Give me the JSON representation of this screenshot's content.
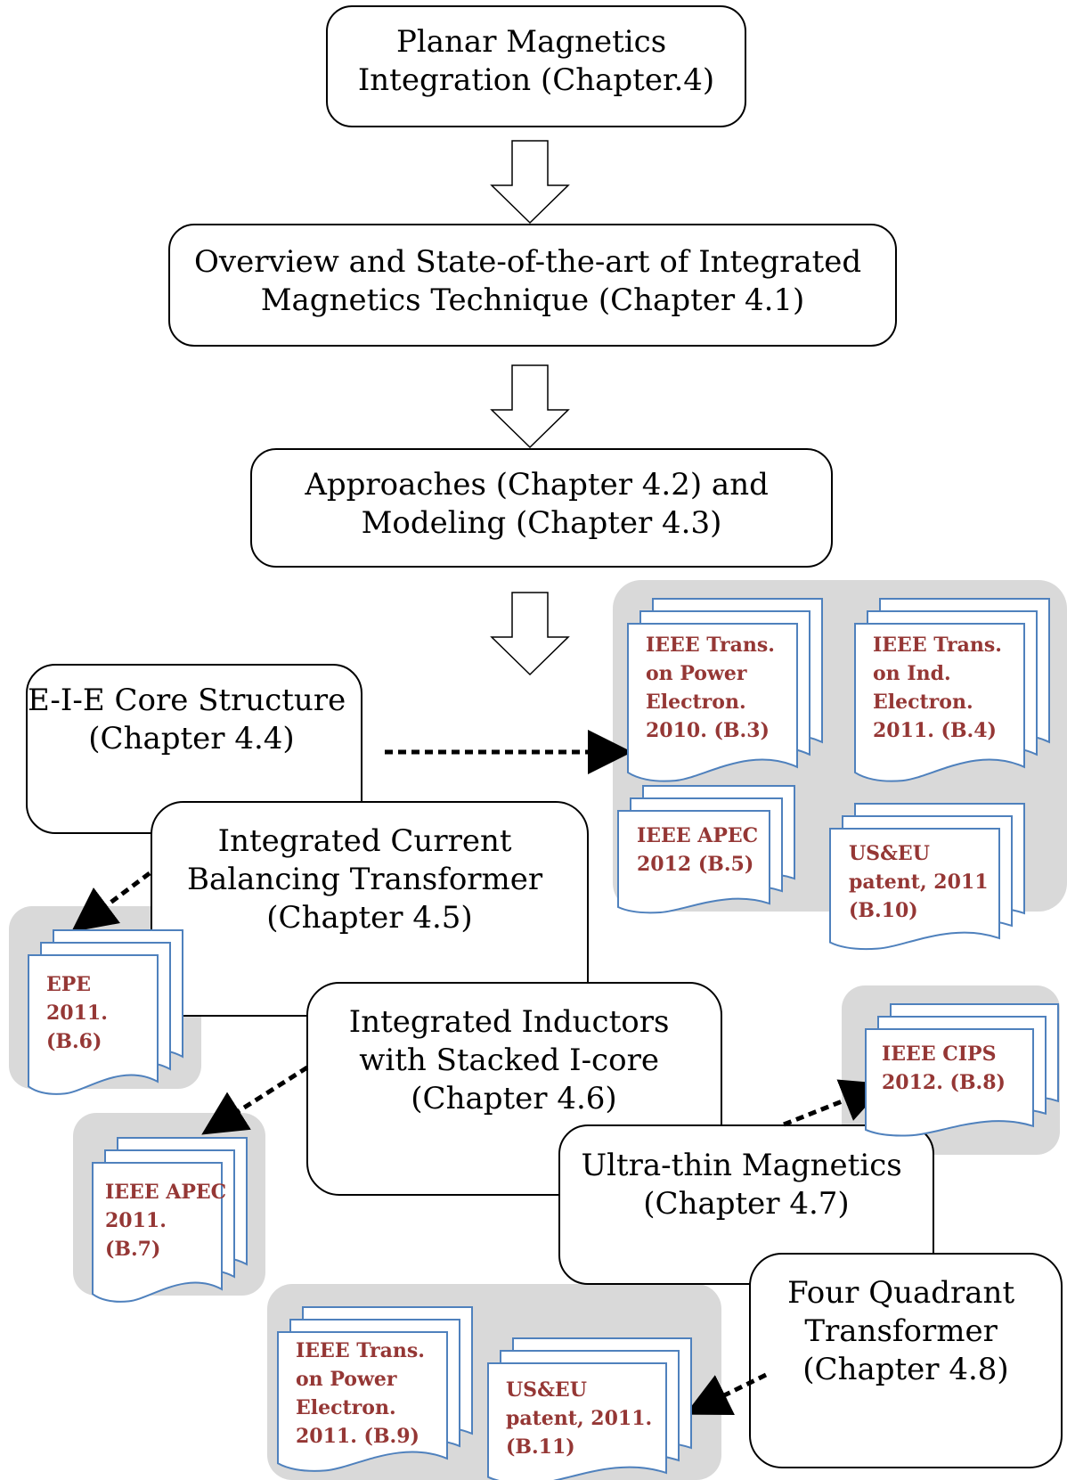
{
  "boxes": {
    "planar": [
      "Planar Magnetics",
      "Integration (Chapter.4)"
    ],
    "overview": [
      "Overview and State-of-the-art of Integrated",
      "Magnetics Technique (Chapter 4.1)"
    ],
    "approaches": [
      "Approaches (Chapter 4.2) and",
      "Modeling (Chapter 4.3)"
    ],
    "eie": [
      "E-I-E Core Structure",
      "(Chapter 4.4)"
    ],
    "icbt": [
      "Integrated Current",
      "Balancing Transformer",
      "(Chapter 4.5)"
    ],
    "inductors": [
      "Integrated Inductors",
      "with Stacked I-core",
      "(Chapter 4.6)"
    ],
    "ultrathin": [
      "Ultra-thin Magnetics",
      "(Chapter 4.7)"
    ],
    "fourquad": [
      "Four Quadrant",
      "Transformer",
      "(Chapter 4.8)"
    ]
  },
  "publications": {
    "b3": [
      "IEEE Trans.",
      "on Power",
      "Electron.",
      "2010. (B.3)"
    ],
    "b4": [
      "IEEE Trans.",
      "on Ind.",
      "Electron.",
      "2011. (B.4)"
    ],
    "b5": [
      "IEEE APEC",
      "2012 (B.5)"
    ],
    "b10": [
      "US&EU",
      "patent, 2011",
      "(B.10)"
    ],
    "b6": [
      "EPE",
      "2011.",
      "(B.6)"
    ],
    "b8": [
      "IEEE CIPS",
      "2012. (B.8)"
    ],
    "b7": [
      "IEEE APEC",
      "2011.",
      "(B.7)"
    ],
    "b9": [
      "IEEE Trans.",
      "on Power",
      "Electron.",
      "2011. (B.9)"
    ],
    "b11": [
      "US&EU",
      "patent, 2011.",
      "(B.11)"
    ]
  },
  "colors": {
    "doc_text": "#953735",
    "doc_border": "#4f81bd",
    "panel": "#d9d9d9",
    "box_border": "#000000"
  }
}
